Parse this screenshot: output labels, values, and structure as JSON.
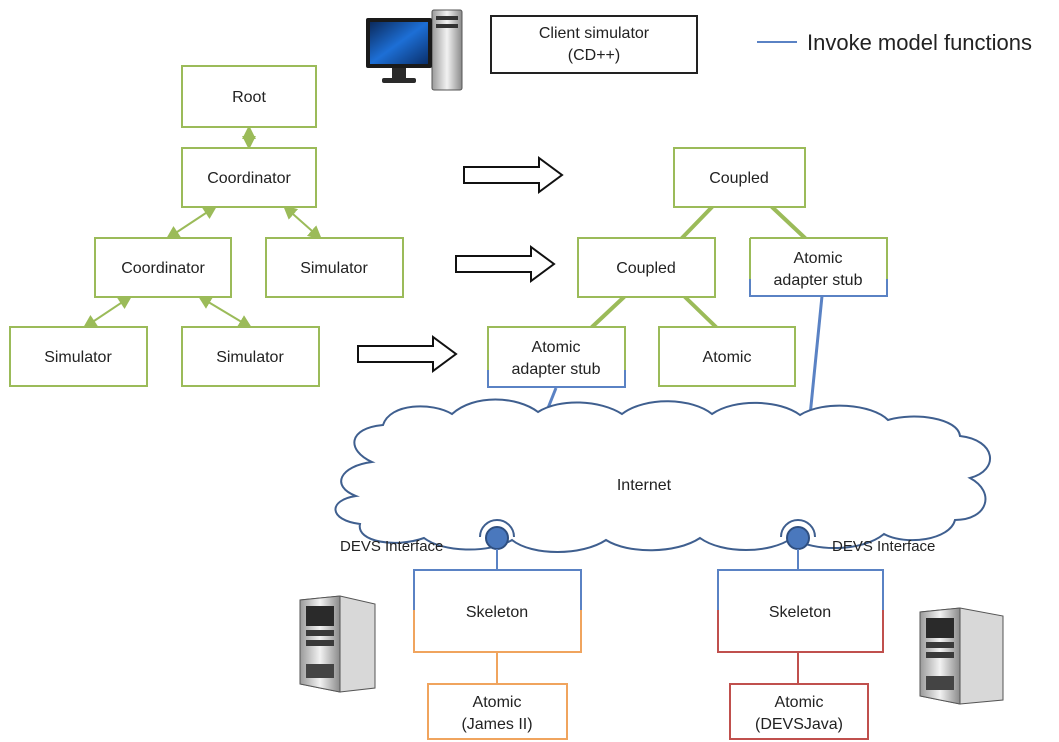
{
  "legend": {
    "label": "Invoke model functions",
    "color": "#5a82c4"
  },
  "client_box": {
    "line1": "Client simulator",
    "line2": "(CD++)"
  },
  "simulator_tree": {
    "root": "Root",
    "coordinator_top": "Coordinator",
    "coordinator_mid": "Coordinator",
    "simulator_mid": "Simulator",
    "simulator_left": "Simulator",
    "simulator_right": "Simulator"
  },
  "model_tree": {
    "coupled_top": "Coupled",
    "coupled_mid": "Coupled",
    "stub_right_line1": "Atomic",
    "stub_right_line2": "adapter stub",
    "stub_left_line1": "Atomic",
    "stub_left_line2": "adapter stub",
    "atomic": "Atomic"
  },
  "cloud_label": "Internet",
  "interfaces": {
    "left": "DEVS Interface",
    "right": "DEVS Interface"
  },
  "remote_left": {
    "skeleton": "Skeleton",
    "atomic_line1": "Atomic",
    "atomic_line2": "(James II)"
  },
  "remote_right": {
    "skeleton": "Skeleton",
    "atomic_line1": "Atomic",
    "atomic_line2": "(DEVSJava)"
  },
  "colors": {
    "green": "#9bbb59",
    "blue": "#5a82c4",
    "orange": "#f0a45e",
    "red": "#c0504d",
    "cloud_stroke": "#3f5f8f"
  },
  "icons": [
    "desktop-computer-icon",
    "server-tower-icon"
  ]
}
